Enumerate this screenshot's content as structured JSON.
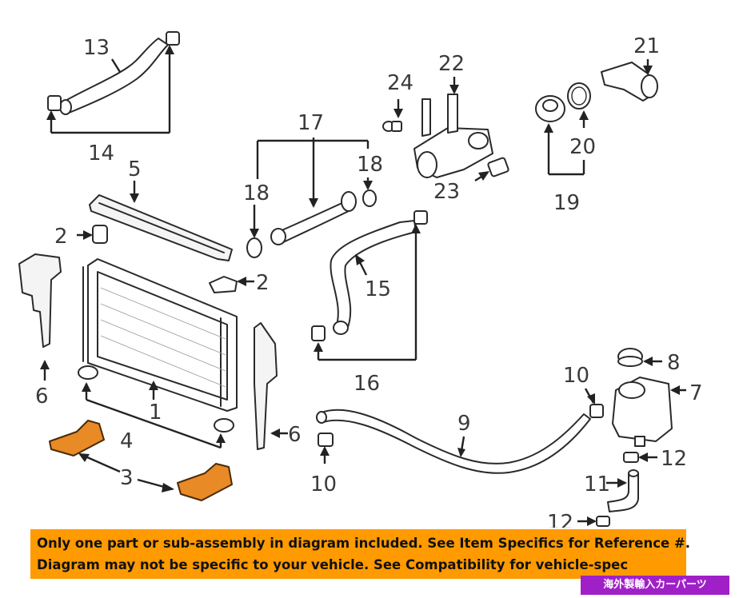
{
  "callouts": {
    "c1": "1",
    "c2a": "2",
    "c2b": "2",
    "c3": "3",
    "c4": "4",
    "c5": "5",
    "c6a": "6",
    "c6b": "6",
    "c7": "7",
    "c8": "8",
    "c9": "9",
    "c10a": "10",
    "c10b": "10",
    "c11": "11",
    "c12a": "12",
    "c12b": "12",
    "c13": "13",
    "c14": "14",
    "c15": "15",
    "c16": "16",
    "c17": "17",
    "c18a": "18",
    "c18b": "18",
    "c19": "19",
    "c20": "20",
    "c21": "21",
    "c22": "22",
    "c23": "23",
    "c24": "24"
  },
  "banner": {
    "line1": "Only one part or sub-assembly in diagram included. See Item Specifics for Reference #.",
    "line2": "Diagram may not be specific to your vehicle. See Compatibility for vehicle-spec"
  },
  "badge": {
    "text": "海外製輸入カーパーツ"
  },
  "colors": {
    "banner": "#ff9a00",
    "badge": "#a020c8",
    "highlight_part": "#e88a25"
  }
}
